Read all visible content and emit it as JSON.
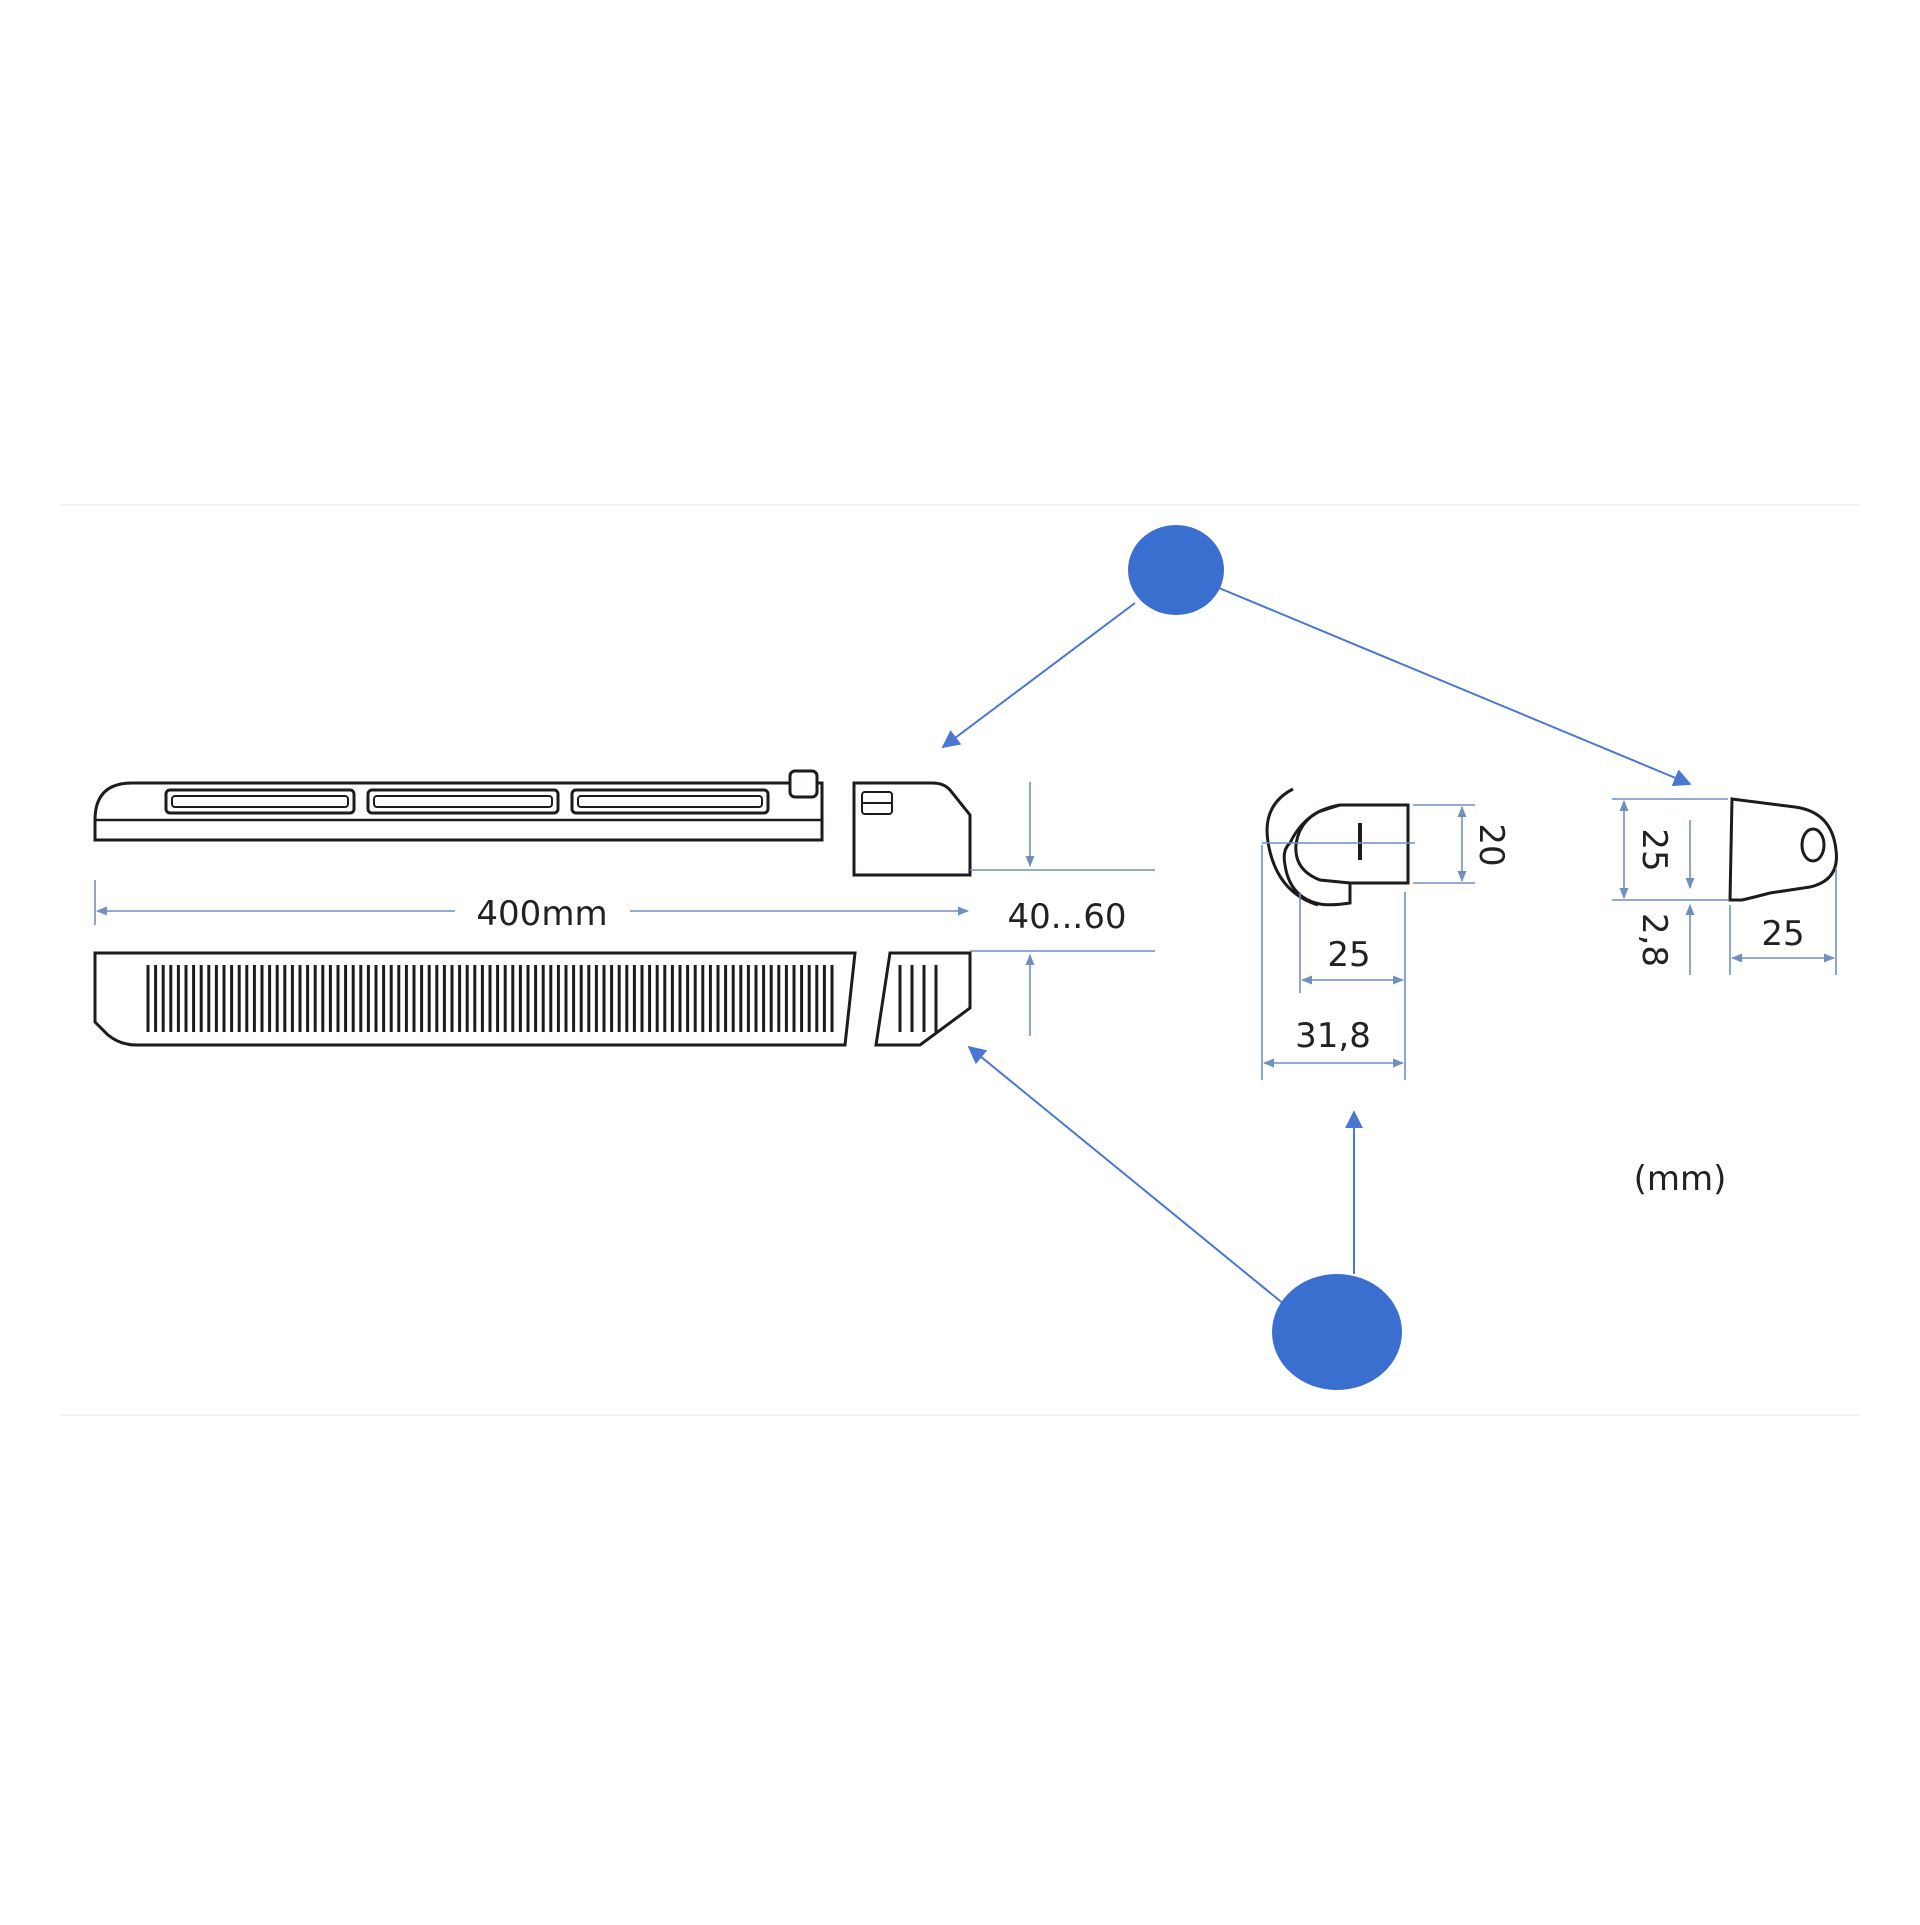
{
  "colors": {
    "outline": "#1f1a1c",
    "dimension_line": "#6f8fbf",
    "arrow": "#4a77d0",
    "marker_fill": "#3a6fd0"
  },
  "dimensions": {
    "vent_length": "400mm",
    "vent_height": "40...60",
    "elbow_height": "20",
    "elbow_inner_width": "25",
    "elbow_outer_width": "31,8",
    "cap_height": "25",
    "cap_lip": "2,8",
    "cap_width": "25"
  },
  "units_note": "(mm)"
}
